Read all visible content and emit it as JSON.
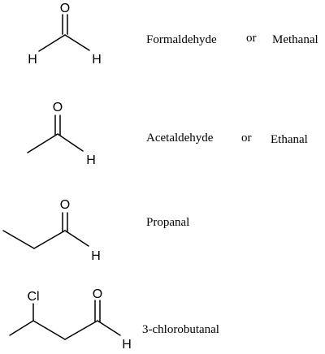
{
  "compounds": [
    {
      "name": "Formaldehyde",
      "connector": "or",
      "alt_name": "Methanal",
      "atoms": {
        "o": "O",
        "h1": "H",
        "h2": "H"
      }
    },
    {
      "name": "Acetaldehyde",
      "connector": "or",
      "alt_name": "Ethanal",
      "atoms": {
        "o": "O",
        "h": "H"
      }
    },
    {
      "name": "Propanal",
      "atoms": {
        "o": "O",
        "h": "H"
      }
    },
    {
      "name": "3-chlorobutanal",
      "atoms": {
        "cl": "Cl",
        "o": "O",
        "h": "H"
      }
    }
  ]
}
